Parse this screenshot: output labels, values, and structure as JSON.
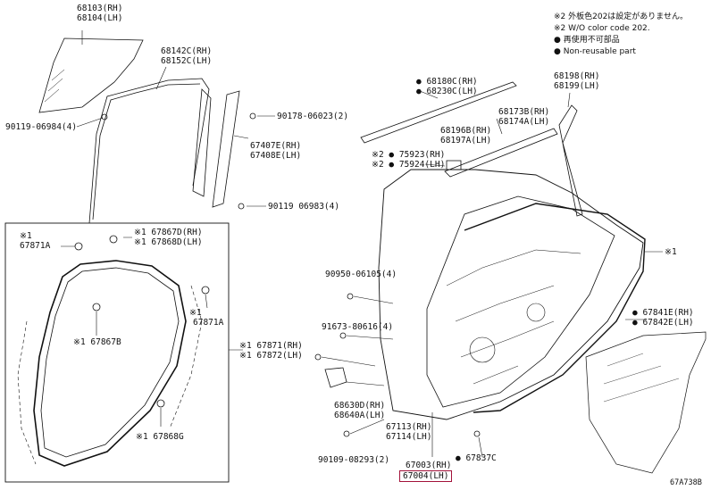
{
  "legend": {
    "note1": "※2 外板色202は設定がありません。",
    "note2": "※2 W/O color code 202.",
    "note3": "● 再使用不可部品",
    "note4": "● Non-reusable part"
  },
  "diagram_code": "67A738B",
  "labels": {
    "p68103": "68103(RH)",
    "p68104": "68104(LH)",
    "p68142": "68142C(RH)",
    "p68152": "68152C(LH)",
    "p90119a": "90119-06984(4)",
    "p90178": "90178-06023(2)",
    "p67407": "67407E(RH)",
    "p67408": "67408E(LH)",
    "p90119b": "90119 06983(4)",
    "p68180": "● 68180C(RH)",
    "p68230": "● 68230C(LH)",
    "p68196": "68196B(RH)",
    "p68197": "68197A(LH)",
    "p68173": "68173B(RH)",
    "p68174": "68174A(LH)",
    "p68198": "68198(RH)",
    "p68199": "68199(LH)",
    "p75923": "※2 ● 75923(RH)",
    "p75924": "※2 ● 75924(LH)",
    "p67867d": "※1 67867D(RH)",
    "p67868d": "※1 67868D(LH)",
    "p67871a1": "※1",
    "p67871a2": "67871A",
    "p67871b1": "※1",
    "p67871b2": "67871A",
    "p67867b": "※1 67867B",
    "p67868g": "※1 67868G",
    "p67871": "※1 67871(RH)",
    "p67872": "※1 67872(LH)",
    "p90950": "90950-06105(4)",
    "p91673": "91673-80616(4)",
    "p68630": "68630D(RH)",
    "p68640": "68640A(LH)",
    "p67113": "67113(RH)",
    "p67114": "67114(LH)",
    "p90109": "90109-08293(2)",
    "p67003": "67003(RH)",
    "p67004": "67004(LH)",
    "p67837": "● 67837C",
    "p67841": "● 67841E(RH)",
    "p67842": "● 67842E(LH)",
    "p_x1": "※1"
  },
  "colors": {
    "line": "#111111",
    "highlight_border": "#a3123a"
  }
}
